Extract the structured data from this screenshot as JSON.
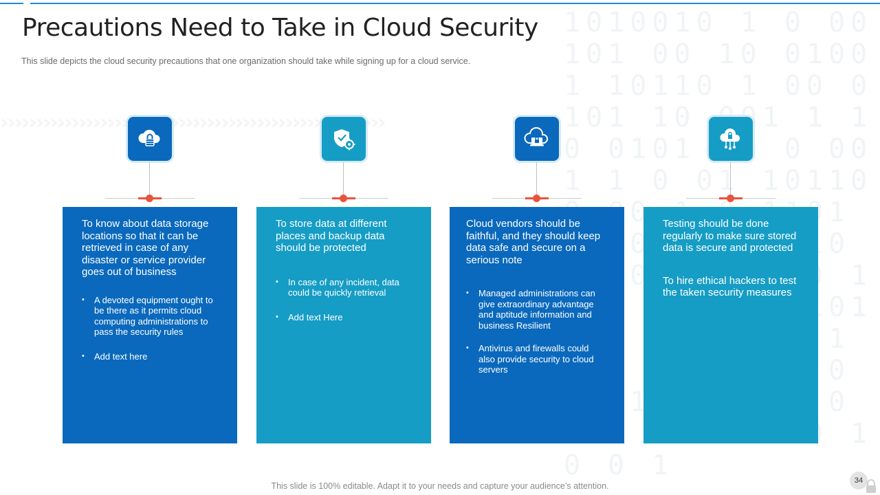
{
  "slide": {
    "title": "Precautions Need to Take in Cloud Security",
    "subtitle": "This slide depicts the cloud security precautions that one organization should take while signing up for a cloud service.",
    "footer": "This slide is 100% editable. Adapt it to your needs and capture your audience’s attention.",
    "page_number": "34"
  },
  "colors": {
    "dark_blue": "#0a69bd",
    "light_blue": "#169dc5",
    "accent_red": "#e9533c"
  },
  "columns": [
    {
      "icon": "cloud-lock-icon",
      "heading": "To know about data storage locations so that it can be retrieved in case of any disaster or service provider goes out of business",
      "bullets": [
        "A devoted equipment ought to be there as it permits cloud computing administrations to pass the security rules",
        "Add text here"
      ]
    },
    {
      "icon": "shield-gear-icon",
      "heading": "To store data at different places  and backup data should be protected",
      "bullets": [
        "In case of any incident, data could be quickly retrieval",
        "Add text Here"
      ]
    },
    {
      "icon": "cloud-laptop-lock-icon",
      "heading": "Cloud vendors should be faithful,  and they should keep data safe and secure on a serious note",
      "bullets": [
        "Managed administrations can give extraordinary advantage and aptitude information and business Resilient",
        "Antivirus and firewalls could also provide security to cloud servers"
      ]
    },
    {
      "icon": "cloud-network-lock-icon",
      "heading": "Testing should be done regularly to make sure stored data is secure and protected",
      "text2": "To hire ethical hackers to test the taken security measures"
    }
  ]
}
